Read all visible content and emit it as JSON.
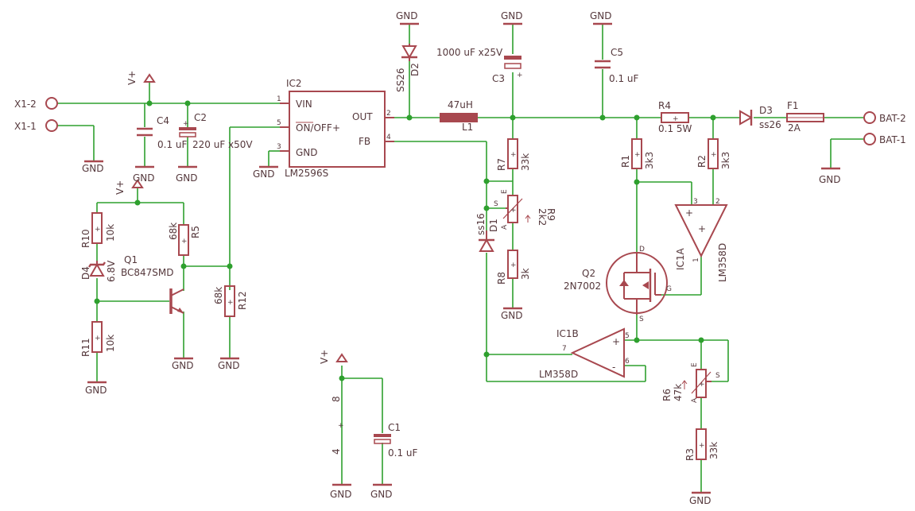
{
  "connectors": {
    "x1_2": "X1-2",
    "x1_1": "X1-1",
    "bat_2": "BAT-2",
    "bat_1": "BAT-1"
  },
  "supply": {
    "vplus": "V+",
    "gnd": "GND"
  },
  "ic2": {
    "name": "IC2",
    "part": "LM2596S",
    "pin_vin": "VIN",
    "pin_out": "OUT",
    "pin_onoff": "ON/OFF",
    "pin_fb": "FB",
    "pin_gnd": "GND",
    "n1": "1",
    "n2": "2",
    "n3": "3",
    "n4": "4",
    "n5": "5"
  },
  "caps": {
    "c1_name": "C1",
    "c1_value": "0.1 uF",
    "c2_name": "C2",
    "c2_value": "220 uF x50V",
    "c3_name": "C3",
    "c3_value": "1000 uF x25V",
    "c4_name": "C4",
    "c4_value": "0.1 uF",
    "c5_name": "C5",
    "c5_value": "0.1 uF"
  },
  "resistors": {
    "r1_name": "R1",
    "r1_value": "3k3",
    "r2_name": "R2",
    "r2_value": "3k3",
    "r3_name": "R3",
    "r3_value": "33k",
    "r4_name": "R4",
    "r4_value": "0.1 5W",
    "r5_name": "R5",
    "r5_value": "68k",
    "r6_name": "R6",
    "r6_value": "47k",
    "r7_name": "R7",
    "r7_value": "33k",
    "r8_name": "R8",
    "r8_value": "3k",
    "r9_name": "R9",
    "r9_value": "2k2",
    "r10_name": "R10",
    "r10_value": "10k",
    "r11_name": "R11",
    "r11_value": "10k",
    "r12_name": "R12",
    "r12_value": "68k"
  },
  "diodes": {
    "d1_name": "D1",
    "d1_value": "ss16",
    "d2_name": "D2",
    "d2_value": "SS26",
    "d3_name": "D3",
    "d3_value": "ss26",
    "d4_name": "D4",
    "d4_value": "6.8V"
  },
  "inductor": {
    "name": "L1",
    "value": "47uH"
  },
  "fuse": {
    "name": "F1",
    "value": "2A"
  },
  "q1": {
    "name": "Q1",
    "part": "BC847SMD"
  },
  "q2": {
    "name": "Q2",
    "part": "2N7002",
    "d": "D",
    "g": "G",
    "s": "S"
  },
  "ic1a": {
    "name": "IC1A",
    "part": "LM358D",
    "p1": "1",
    "p2": "2",
    "p3": "3"
  },
  "ic1b": {
    "name": "IC1B",
    "part": "LM358D",
    "p5": "5",
    "p6": "6",
    "p7": "7"
  },
  "power_pins": {
    "p8": "8",
    "p4": "4"
  },
  "pot_pins": {
    "s": "S",
    "e": "E",
    "a": "A"
  },
  "marks": {
    "plus": "+",
    "minus": "-"
  }
}
